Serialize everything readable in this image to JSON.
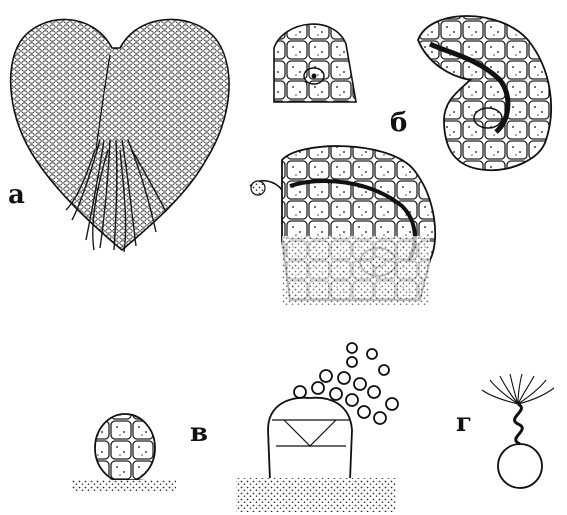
{
  "labels": {
    "a": "а",
    "b": "б",
    "v": "в",
    "g": "г"
  },
  "colors": {
    "ink": "#1a1a1a",
    "stipple": "#3a3a3a",
    "paper": "#ffffff"
  }
}
